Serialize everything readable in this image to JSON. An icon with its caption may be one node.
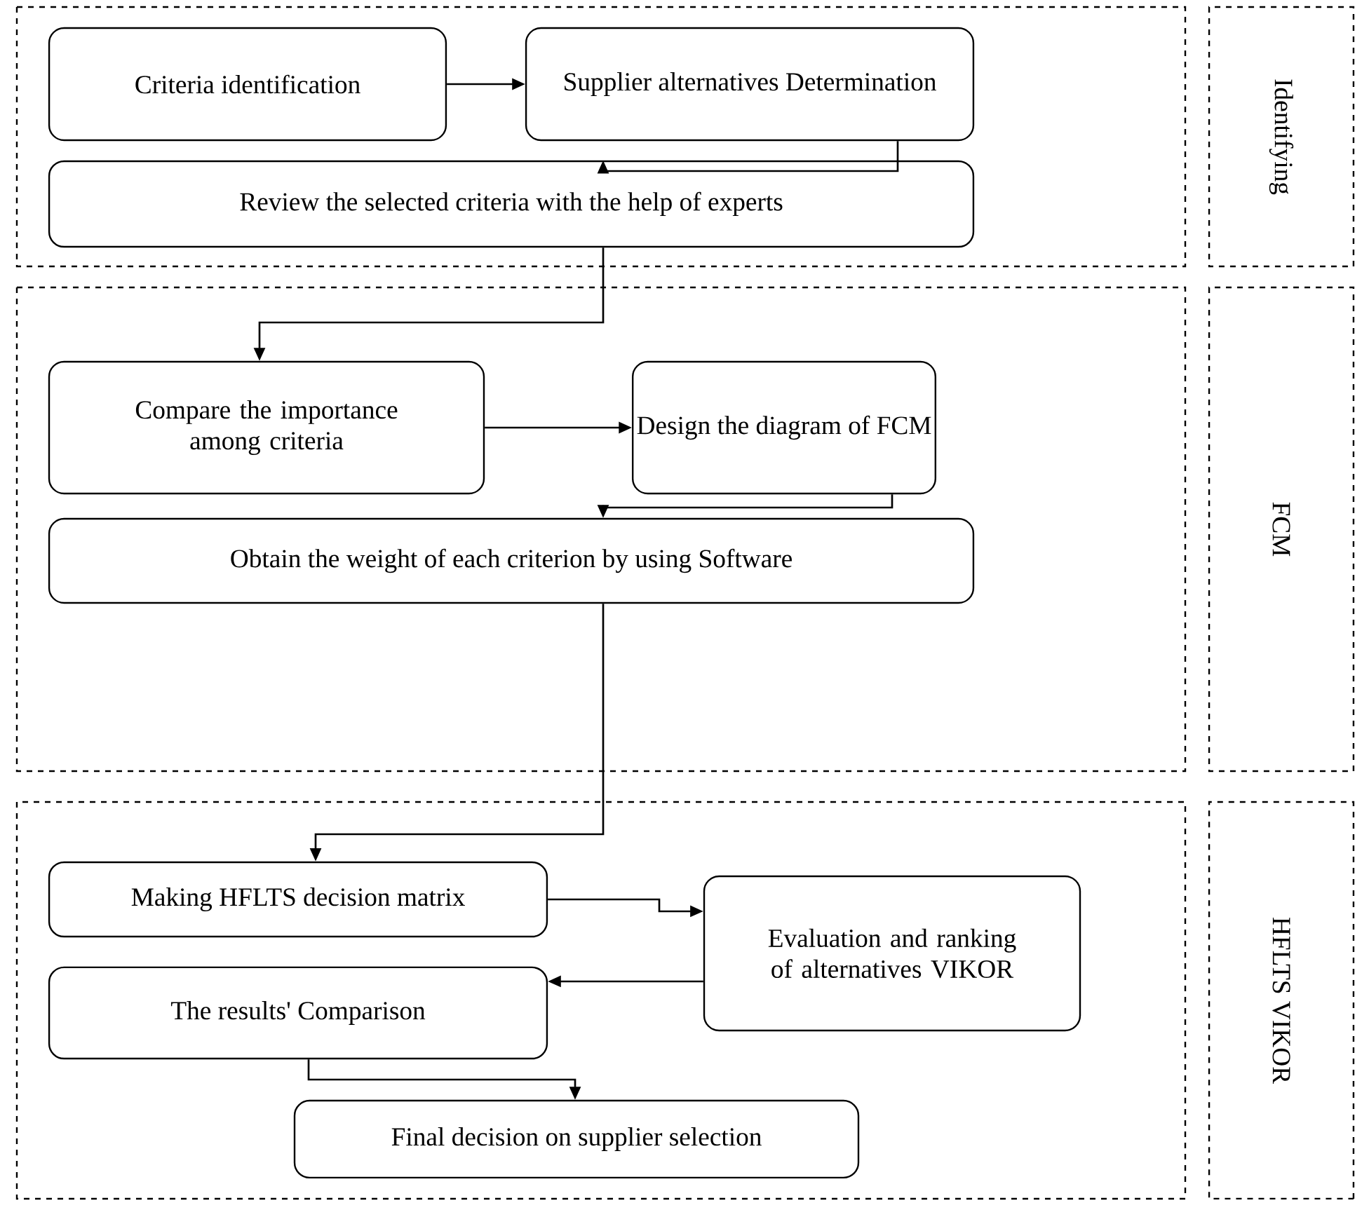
{
  "diagram": {
    "nodes": [
      {
        "text": [
          "Criteria identification"
        ]
      },
      {
        "text": [
          "Supplier alternatives Determination"
        ]
      },
      {
        "text": [
          "Review the selected criteria with the help of experts"
        ]
      },
      {
        "text": [
          "Identifying"
        ]
      },
      {
        "text": [
          "Compare the importance among criteria"
        ]
      },
      {
        "text": [
          "Design the diagram of FCM"
        ]
      },
      {
        "text": [
          "Obtain the weight of each criterion by using Software"
        ]
      },
      {
        "text": [
          "FCM"
        ]
      },
      {
        "text": [
          "Making HFLTS decision matrix"
        ]
      },
      {
        "text": [
          "Evaluation and ranking of alternatives VIKOR"
        ]
      },
      {
        "text": [
          "The results' Comparison"
        ]
      },
      {
        "text": [
          "Final decision on supplier selection"
        ]
      },
      {
        "text": [
          "HFLTS VIKOR"
        ]
      }
    ],
    "edges": [
      {
        "from": 0,
        "to": 1,
        "arrow": "to"
      },
      {
        "from": 1,
        "to": 2,
        "arrow": "to"
      },
      {
        "from": 2,
        "to": 4,
        "arrow": "to"
      },
      {
        "from": 4,
        "to": 5,
        "arrow": "to"
      },
      {
        "from": 5,
        "to": 6,
        "arrow": "to"
      },
      {
        "from": 6,
        "to": 8,
        "arrow": "to"
      },
      {
        "from": 8,
        "to": 9,
        "arrow": "to"
      },
      {
        "from": 9,
        "to": 10,
        "arrow": "to"
      },
      {
        "from": 10,
        "to": 11,
        "arrow": "to"
      }
    ]
  }
}
